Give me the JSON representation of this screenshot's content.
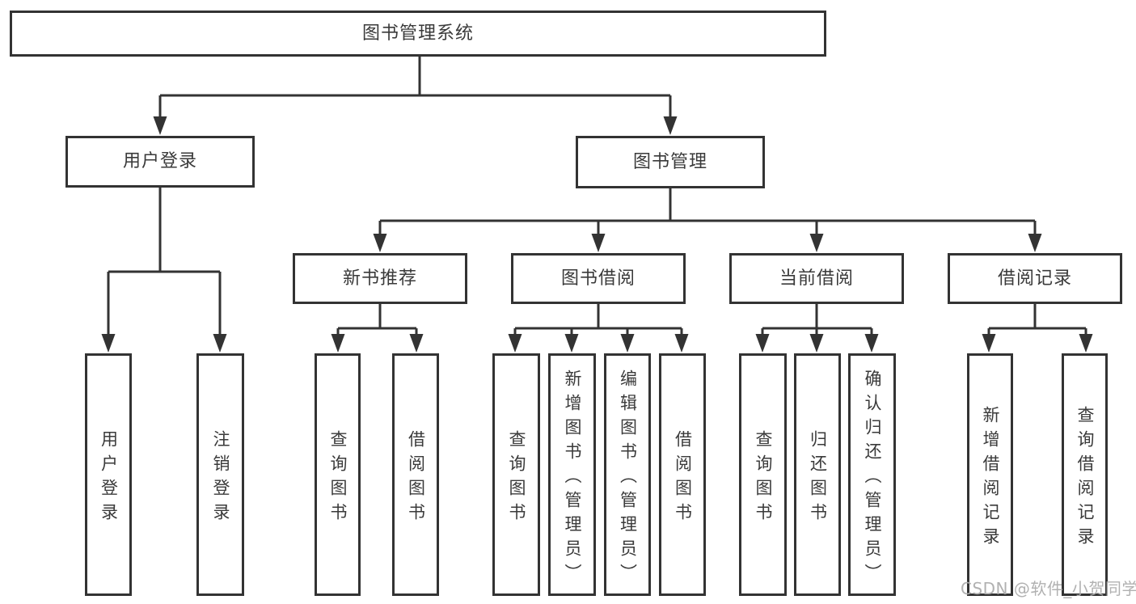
{
  "diagram": {
    "type": "hierarchy",
    "tree": {
      "label": "图书管理系统",
      "children": [
        {
          "label": "用户登录",
          "children": [
            {
              "label": "用户登录"
            },
            {
              "label": "注销登录"
            }
          ]
        },
        {
          "label": "图书管理",
          "children": [
            {
              "label": "新书推荐",
              "children": [
                {
                  "label": "查询图书"
                },
                {
                  "label": "借阅图书"
                }
              ]
            },
            {
              "label": "图书借阅",
              "children": [
                {
                  "label": "查询图书"
                },
                {
                  "label": "新增图书（管理员）"
                },
                {
                  "label": "编辑图书（管理员）"
                },
                {
                  "label": "借阅图书"
                }
              ]
            },
            {
              "label": "当前借阅",
              "children": [
                {
                  "label": "查询图书"
                },
                {
                  "label": "归还图书"
                },
                {
                  "label": "确认归还（管理员）"
                }
              ]
            },
            {
              "label": "借阅记录",
              "children": [
                {
                  "label": "新增借阅记录"
                },
                {
                  "label": "查询借阅记录"
                }
              ]
            }
          ]
        }
      ]
    },
    "colors": {
      "line": "#333333",
      "box_border": "#333333",
      "text": "#3a3a3a",
      "background": "#ffffff",
      "watermark": "#adadad"
    }
  },
  "watermark": "CSDN @软件_小贺同学"
}
